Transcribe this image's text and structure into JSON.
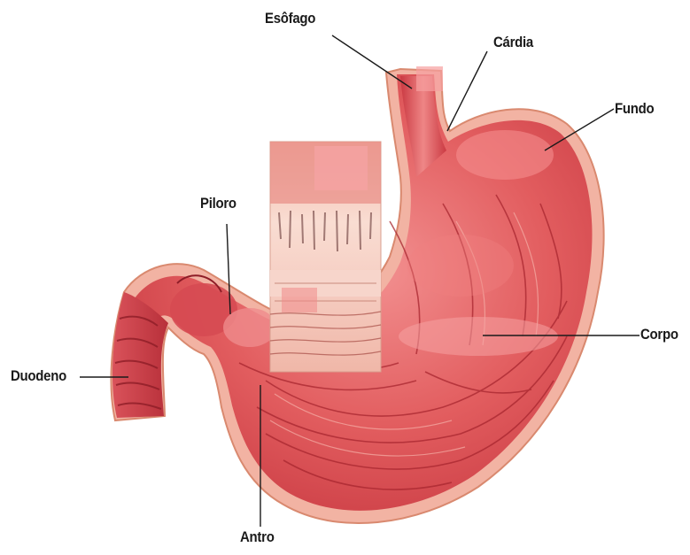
{
  "labels": {
    "esofago": "Esôfago",
    "cardia": "Cárdia",
    "fundo": "Fundo",
    "piloro": "Piloro",
    "corpo": "Corpo",
    "duodeno": "Duodeno",
    "antro": "Antro"
  },
  "colors": {
    "tissue": "#d94a4a",
    "tissue_light": "#f08a8a",
    "wall": "#f3b7a5",
    "fold": "#b02d34",
    "leader_line": "#1a1a1a"
  }
}
